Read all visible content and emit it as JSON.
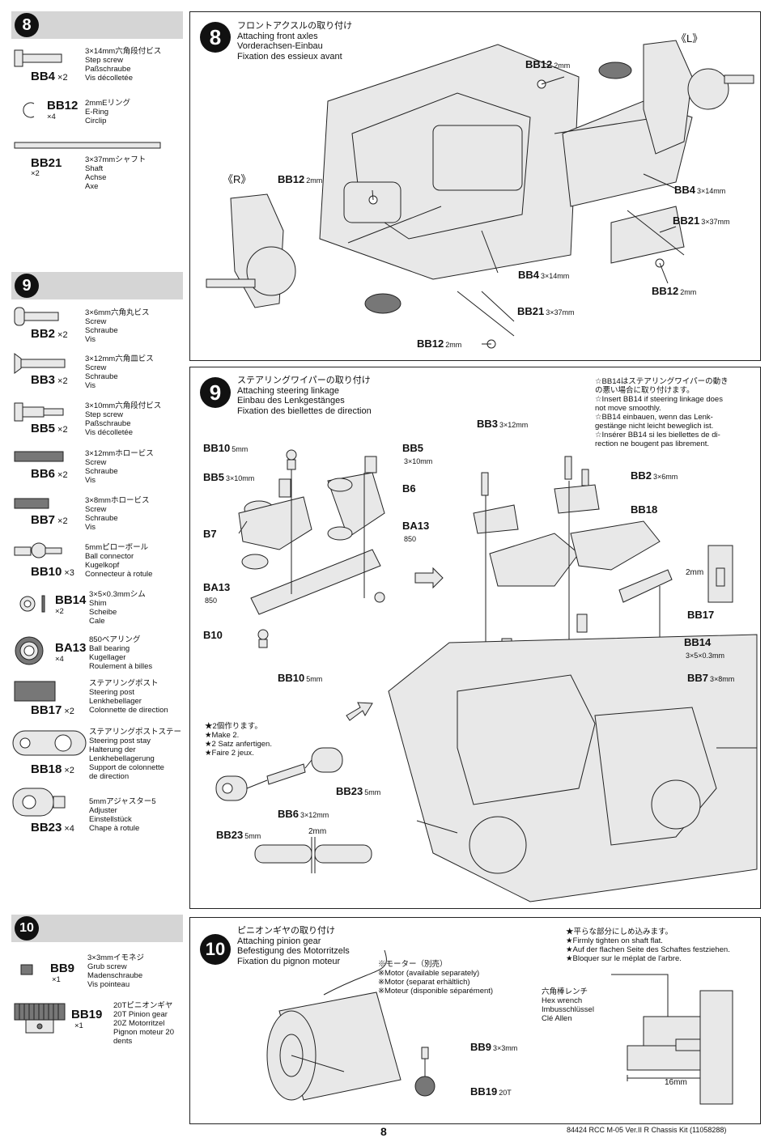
{
  "left": {
    "s8": {
      "num": "8",
      "parts": [
        {
          "code": "BB4",
          "qty": "×2",
          "desc": "3×14mm六角段付ビス\nStep screw\nPaßschraube\nVis décolletée"
        },
        {
          "code": "BB12",
          "qty": "×4",
          "desc": "2mmEリング\nE-Ring\nCirclip"
        },
        {
          "code": "BB21",
          "qty": "×2",
          "desc": "3×37mmシャフト\nShaft\nAchse\nAxe"
        }
      ]
    },
    "s9": {
      "num": "9",
      "parts": [
        {
          "code": "BB2",
          "qty": "×2",
          "desc": "3×6mm六角丸ビス\nScrew\nSchraube\nVis"
        },
        {
          "code": "BB3",
          "qty": "×2",
          "desc": "3×12mm六角皿ビス\nScrew\nSchraube\nVis"
        },
        {
          "code": "BB5",
          "qty": "×2",
          "desc": "3×10mm六角段付ビス\nStep screw\nPaßschraube\nVis décolletée"
        },
        {
          "code": "BB6",
          "qty": "×2",
          "desc": "3×12mmホロービス\nScrew\nSchraube\nVis"
        },
        {
          "code": "BB7",
          "qty": "×2",
          "desc": "3×8mmホロービス\nScrew\nSchraube\nVis"
        },
        {
          "code": "BB10",
          "qty": "×3",
          "desc": "5mmピローボール\nBall connector\nKugelkopf\nConnecteur à rotule"
        },
        {
          "code": "BB14",
          "qty": "×2",
          "desc": "3×5×0.3mmシム\nShim\nScheibe\nCale"
        },
        {
          "code": "BA13",
          "qty": "×4",
          "desc": "850ベアリング\nBall bearing\nKugellager\nRoulement à billes"
        },
        {
          "code": "BB17",
          "qty": "×2",
          "desc": "ステアリングポスト\nSteering post\nLenkhebellager\nColonnette de direction"
        },
        {
          "code": "BB18",
          "qty": "×2",
          "desc": "ステアリングポストステー\nSteering post stay\nHalterung der\nLenkhebellagerung\nSupport de colonnette\nde direction"
        },
        {
          "code": "BB23",
          "qty": "×4",
          "desc": "5mmアジャスター5\nAdjuster\nEinstellstück\nChape à rotule"
        }
      ]
    },
    "s10": {
      "num": "10",
      "parts": [
        {
          "code": "BB9",
          "qty": "×1",
          "desc": "3×3mmイモネジ\nGrub screw\nMadenschraube\nVis pointeau"
        },
        {
          "code": "BB19",
          "qty": "×1",
          "desc": "20Tピニオンギヤ\n20T Pinion gear\n20Z Motorritzel\nPignon moteur 20\ndents"
        }
      ]
    }
  },
  "p8": {
    "num": "8",
    "title": "フロントアクスルの取り付け\nAttaching front axles\nVorderachsen-Einbau\nFixation des essieux avant",
    "side_l": "《L》",
    "side_r": "《R》",
    "labels": [
      {
        "code": "BB12",
        "size": "2mm"
      },
      {
        "code": "BB4",
        "size": "3×14mm"
      },
      {
        "code": "BB21",
        "size": "3×37mm"
      },
      {
        "code": "BB12",
        "size": "2mm"
      },
      {
        "code": "BB12",
        "size": "2mm"
      },
      {
        "code": "BB4",
        "size": "3×14mm"
      },
      {
        "code": "BB21",
        "size": "3×37mm"
      },
      {
        "code": "BB12",
        "size": "2mm"
      }
    ]
  },
  "p9": {
    "num": "9",
    "title": "ステアリングワイパーの取り付け\nAttaching steering linkage\nEinbau des Lenkgestänges\nFixation des biellettes de direction",
    "note": "☆BB14はステアリングワイパーの動き\nの悪い場合に取り付けます。\n☆Insert BB14 if steering linkage does\nnot move smoothly.\n☆BB14 einbauen, wenn das Lenk-\ngestänge nicht leicht beweglich ist.\n☆Insérer BB14 si les biellettes de di-\nrection ne bougent pas librement.",
    "make2": "★2個作ります。\n★Make 2.\n★2 Satz anfertigen.\n★Faire 2 jeux.",
    "gap": "2mm",
    "gap2": "2mm",
    "labels": {
      "bb10a": {
        "code": "BB10",
        "size": "5mm"
      },
      "bb5a": {
        "code": "BB5",
        "size": "3×10mm"
      },
      "b7": {
        "code": "B7",
        "size": ""
      },
      "ba13a": {
        "code": "BA13",
        "size": "850"
      },
      "b10": {
        "code": "B10",
        "size": ""
      },
      "bb10b": {
        "code": "BB10",
        "size": "5mm"
      },
      "bb5b": {
        "code": "BB5",
        "size": "3×10mm"
      },
      "b6": {
        "code": "B6",
        "size": ""
      },
      "ba13b": {
        "code": "BA13",
        "size": "850"
      },
      "bb3": {
        "code": "BB3",
        "size": "3×12mm"
      },
      "bb2": {
        "code": "BB2",
        "size": "3×6mm"
      },
      "bb18": {
        "code": "BB18",
        "size": ""
      },
      "bb17": {
        "code": "BB17",
        "size": ""
      },
      "bb14": {
        "code": "BB14",
        "size": "3×5×0.3mm"
      },
      "bb7": {
        "code": "BB7",
        "size": "3×8mm"
      },
      "bb23a": {
        "code": "BB23",
        "size": "5mm"
      },
      "bb6": {
        "code": "BB6",
        "size": "3×12mm"
      },
      "bb23b": {
        "code": "BB23",
        "size": "5mm"
      }
    }
  },
  "p10": {
    "num": "10",
    "title": "ピニオンギヤの取り付け\nAttaching pinion gear\nBefestigung des Motorritzels\nFixation du pignon moteur",
    "motor": "※モーター（別売）\n※Motor (available separately)\n※Motor (separat erhältlich)\n※Moteur (disponible séparément)",
    "tighten": "★平らな部分にしめ込みます。\n★Firmly tighten on shaft flat.\n★Auf der flachen Seite des Schaftes festziehen.\n★Bloquer sur le méplat de l'arbre.",
    "wrench": "六角棒レンチ\nHex wrench\nImbusschlüssel\nClé Allen",
    "dim": "16mm",
    "bb9": {
      "code": "BB9",
      "size": "3×3mm"
    },
    "bb19": {
      "code": "BB19",
      "size": "20T"
    }
  },
  "footer": {
    "page": "8",
    "doc": "84424 RCC M-05 Ver.II R Chassis Kit (11058288)"
  }
}
